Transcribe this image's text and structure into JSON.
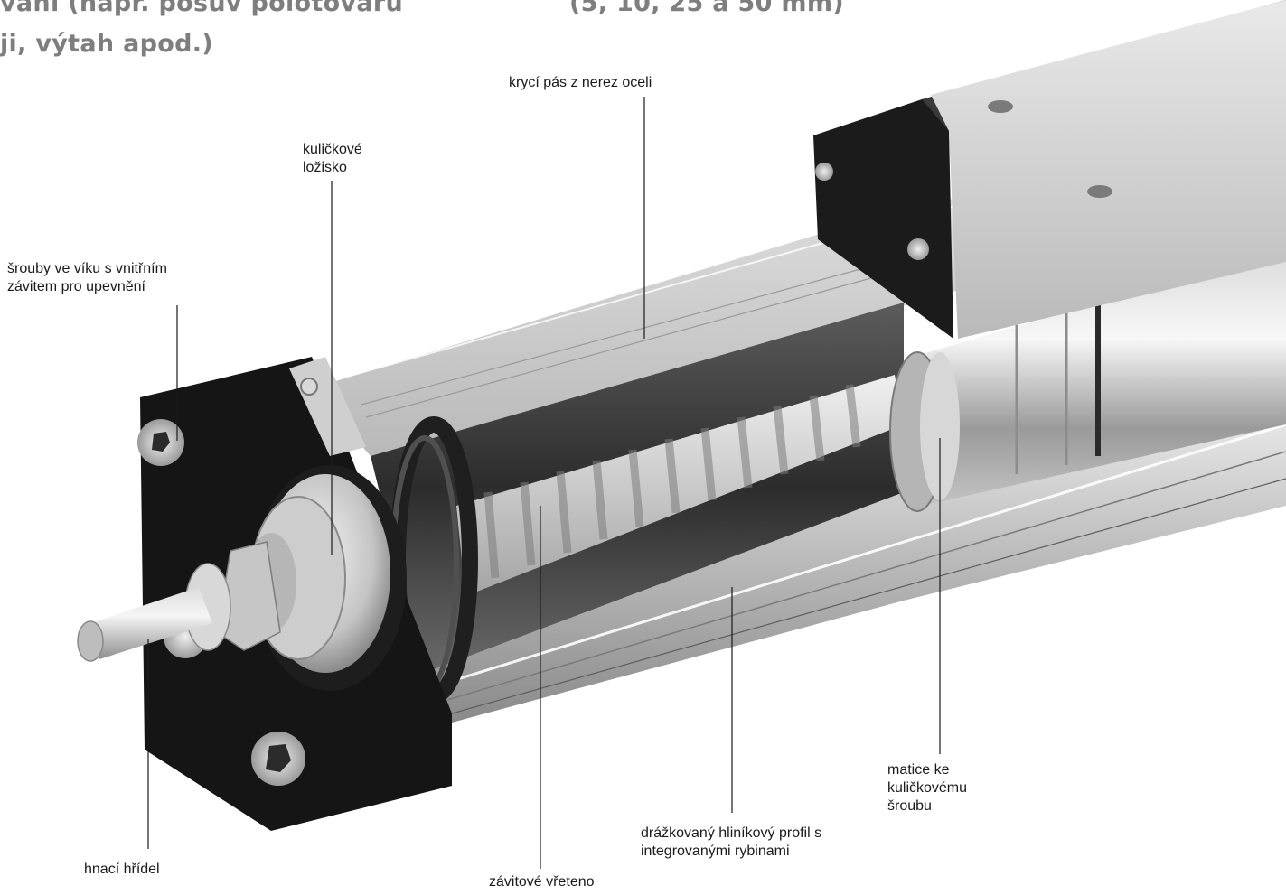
{
  "headings": {
    "left_line1": "vání (např. posuv polotovarů",
    "left_line2": "ji, výtah apod.)",
    "right_line1": "(5, 10, 25 a 50 mm)"
  },
  "labels": {
    "cover_strip": [
      "krycí pás z nerez oceli"
    ],
    "ball_bearing": [
      "kuličkové",
      "ložisko"
    ],
    "end_cap_screws": [
      "šrouby ve víku s vnitřním",
      "závitem pro upevnění"
    ],
    "drive_shaft": [
      "hnací hřídel"
    ],
    "threaded_spindle": [
      "závitové vřeteno"
    ],
    "aluminium_profile": [
      "drážkovaný hliníkový profil s",
      "integrovanými rybinami"
    ],
    "ball_screw_nut": [
      "matice ke",
      "kuličkovému",
      "šroubu"
    ]
  }
}
